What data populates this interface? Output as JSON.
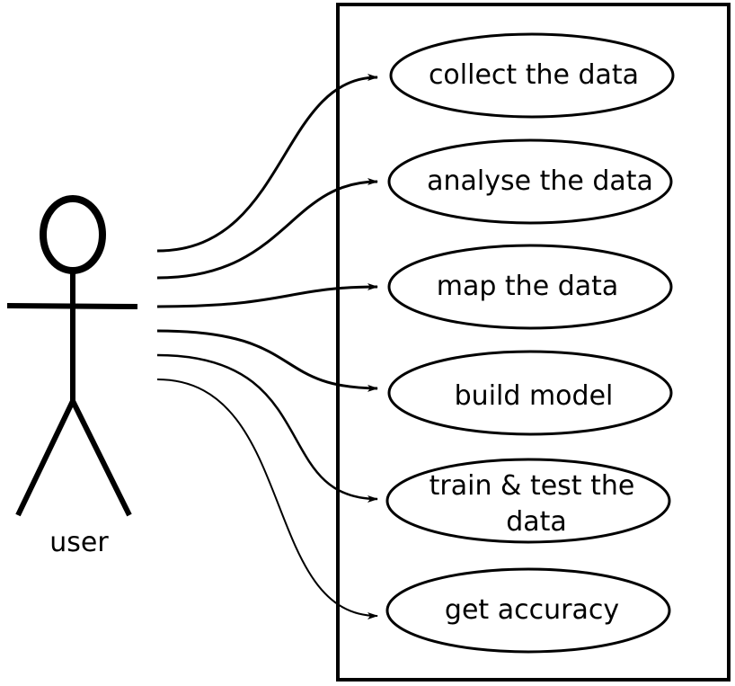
{
  "actor": {
    "label": "user"
  },
  "use_cases": [
    {
      "id": "collect",
      "lines": [
        "collect the data"
      ]
    },
    {
      "id": "analyse",
      "lines": [
        "analyse the data"
      ]
    },
    {
      "id": "map",
      "lines": [
        "map the data"
      ]
    },
    {
      "id": "build",
      "lines": [
        "build model"
      ]
    },
    {
      "id": "train",
      "lines": [
        "train & test the",
        "data"
      ]
    },
    {
      "id": "accuracy",
      "lines": [
        "get accuracy"
      ]
    }
  ],
  "colors": {
    "stroke": "#000000",
    "background": "#ffffff"
  }
}
